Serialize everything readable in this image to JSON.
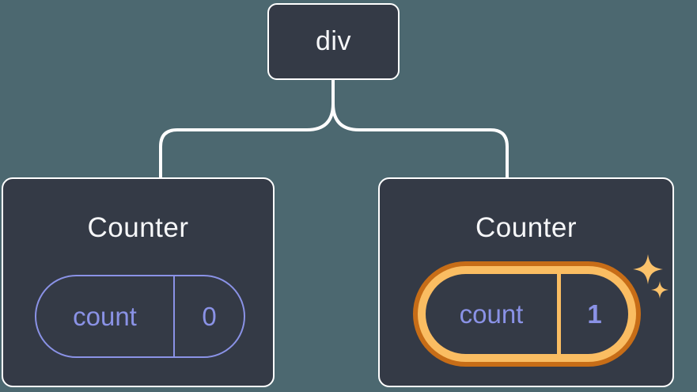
{
  "diagram": {
    "root_node": {
      "label": "div"
    },
    "nodes": [
      {
        "title": "Counter",
        "state_key": "count",
        "state_value": "0",
        "highlighted": false
      },
      {
        "title": "Counter",
        "state_key": "count",
        "state_value": "1",
        "highlighted": true
      }
    ],
    "colors": {
      "background": "#4C6870",
      "node_fill": "#343A46",
      "node_border": "#FFFFFF",
      "state_accent_purple": "#8A92E6",
      "highlight_ring_outer": "#C76D17",
      "highlight_ring_inner": "#FABD62",
      "sparkle": "#FBC26B",
      "title_text": "#F6F7F9"
    }
  }
}
